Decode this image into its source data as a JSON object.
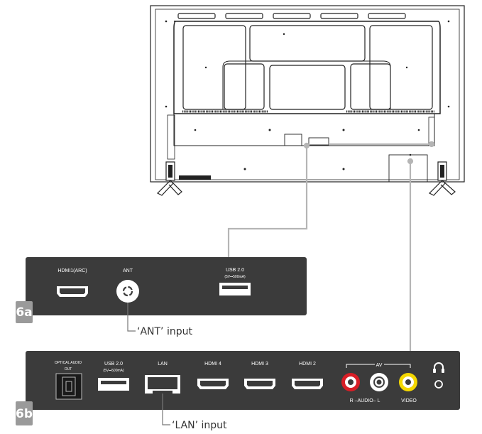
{
  "colors": {
    "panel": "#3b3b3b",
    "tag": "#9a9a9a",
    "leader": "#b5b5b5",
    "rca_red": "#d81e26",
    "rca_white": "#ffffff",
    "rca_yellow": "#f5d800"
  },
  "panel_6a": {
    "tag": "6a",
    "ports": {
      "hdmi_arc": "HDMI1(ARC)",
      "ant": "ANT",
      "usb": "USB 2.0",
      "usb_rating": "(5V⎓500mA)"
    },
    "callout": "‘ANT’ input"
  },
  "panel_6b": {
    "tag": "6b",
    "ports": {
      "optical_line1": "OPTICAL AUDIO",
      "optical_line2": "OUT",
      "usb": "USB 2.0",
      "usb_rating": "(5V⎓500mA)",
      "lan": "LAN",
      "hdmi4": "HDMI 4",
      "hdmi3": "HDMI 3",
      "hdmi2": "HDMI 2",
      "av": "AV",
      "audio": "R –AUDIO– L",
      "video": "VIDEO"
    },
    "icons": [
      "headphone-icon"
    ],
    "callout": "‘LAN’ input"
  }
}
